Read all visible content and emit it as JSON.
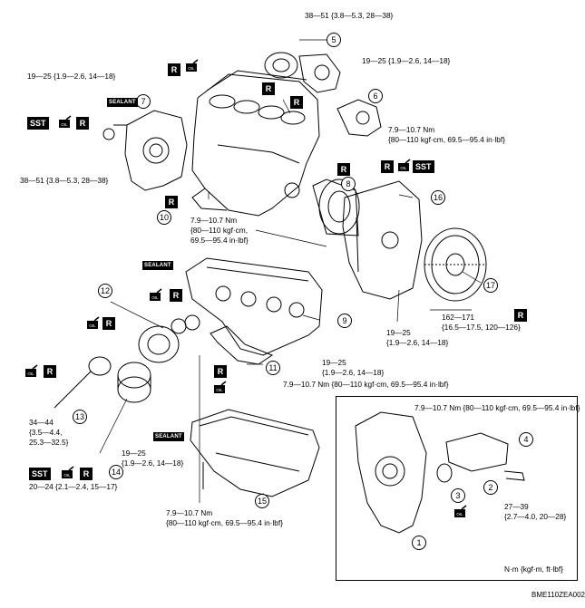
{
  "labels": {
    "torque_top": "38—51 {3.8—5.3, 28—38}",
    "torque_19_25_a": "19—25 {1.9—2.6, 14—18}",
    "torque_19_25_b": "19—25 {1.9—2.6, 14—18}",
    "torque_7_9_a_l1": "7.9—10.7 Nm",
    "torque_7_9_a_l2": "{80—110 kgf·cm, 69.5—95.4 in·lbf}",
    "torque_38_51_left": "38—51 {3.8—5.3, 28—38}",
    "torque_7_9_b_l1": "7.9—10.7 Nm",
    "torque_7_9_b_l2": "{80—110 kgf·cm,",
    "torque_7_9_b_l3": "69.5—95.4 in·lbf}",
    "torque_19_25_c_l1": "19—25",
    "torque_19_25_c_l2": "{1.9—2.6, 14—18}",
    "torque_162_l1": "162—171",
    "torque_162_l2": "{16.5—17.5, 120—126}",
    "torque_19_25_d_l1": "19—25",
    "torque_19_25_d_l2": "{1.9—2.6, 14—18}",
    "torque_7_9_c": "7.9—10.7 Nm {80—110 kgf·cm, 69.5—95.4 in·lbf}",
    "torque_34_l1": "34—44",
    "torque_34_l2": "{3.5—4.4,",
    "torque_34_l3": "25.3—32.5}",
    "torque_19_25_e_l1": "19—25",
    "torque_19_25_e_l2": "{1.9—2.6, 14—18}",
    "torque_20_24": "20—24 {2.1—2.4, 15—17}",
    "torque_7_9_d_l1": "7.9—10.7 Nm",
    "torque_7_9_d_l2": "{80—110 kgf·cm, 69.5—95.4 in·lbf}",
    "torque_7_9_e": "7.9—10.7 Nm {80—110 kgf·cm, 69.5—95.4 in·lbf}",
    "torque_27_l1": "27—39",
    "torque_27_l2": "{2.7—4.0, 20—28}",
    "units": "N·m {kgf·m,  ft·lbf}",
    "figure_id": "BME110ZEA002"
  },
  "badges": {
    "r": "R",
    "sst": "SST",
    "sealant": "SEALANT",
    "oil": "OIL"
  },
  "callouts": [
    "1",
    "2",
    "3",
    "4",
    "5",
    "6",
    "7",
    "8",
    "9",
    "10",
    "11",
    "12",
    "13",
    "14",
    "15",
    "16",
    "17"
  ]
}
